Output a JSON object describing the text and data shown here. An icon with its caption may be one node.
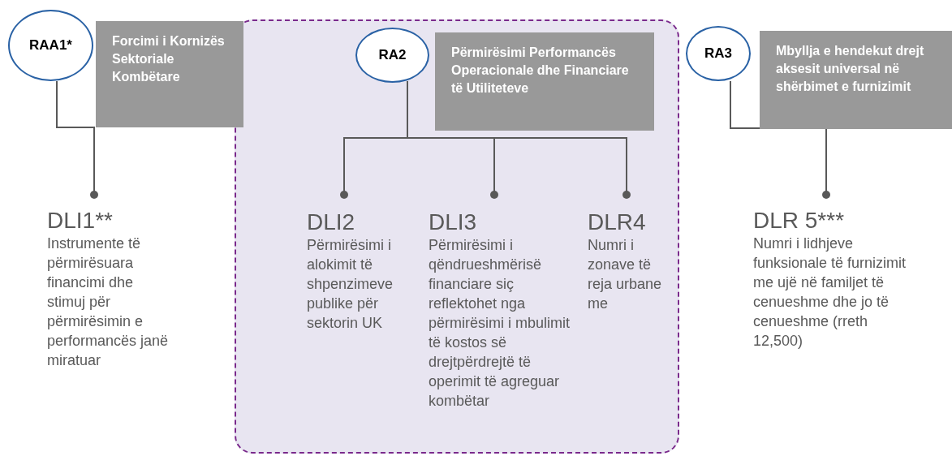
{
  "diagram": {
    "nodes": [
      {
        "text": [
          "RAA1*"
        ]
      },
      {
        "text": [
          "Forcimi i Kornizës Sektoriale Kombëtare"
        ]
      },
      {
        "text": [
          "DLI1**",
          "Instrumente të përmirësuara financimi dhe stimuj për përmirësimin e performancës janë miratuar"
        ]
      },
      {
        "text": [],
        "shape": "box"
      },
      {
        "text": [
          "RA2"
        ],
        "in": 3
      },
      {
        "text": [
          "Përmirësimi Performancës Operacionale dhe Financiare të Utiliteteve"
        ],
        "in": 3
      },
      {
        "text": [
          "DLI2",
          "Përmirësimi i alokimit të shpenzimeve publike për sektorin UK"
        ],
        "in": 3
      },
      {
        "text": [
          "DLI3",
          "Përmirësimi i qëndrueshmërisë financiare siç reflektohet nga përmirësimi i mbulimit të kostos së drejtpërdrejtë të operimit të agreguar kombëtar"
        ],
        "in": 3
      },
      {
        "text": [
          "DLR4",
          "Numri i zonave të reja urbane me"
        ],
        "in": 3
      },
      {
        "text": [
          "RA3"
        ]
      },
      {
        "text": [
          "Mbyllja e hendekut drejt aksesit universal në shërbimet e furnizimit"
        ]
      },
      {
        "text": [
          "DLR 5***",
          "Numri i lidhjeve funksionale të furnizimit me ujë në familjet të cenueshme dhe jo të cenueshme (rreth 12,500)"
        ]
      }
    ],
    "edges": [
      {
        "from": 0,
        "to": 2,
        "arrow": "other"
      },
      {
        "from": 4,
        "to": 6,
        "arrow": "other"
      },
      {
        "from": 4,
        "to": 7,
        "arrow": "other"
      },
      {
        "from": 4,
        "to": 8,
        "arrow": "other"
      },
      {
        "from": 9,
        "to": 11,
        "arrow": "other"
      }
    ]
  }
}
